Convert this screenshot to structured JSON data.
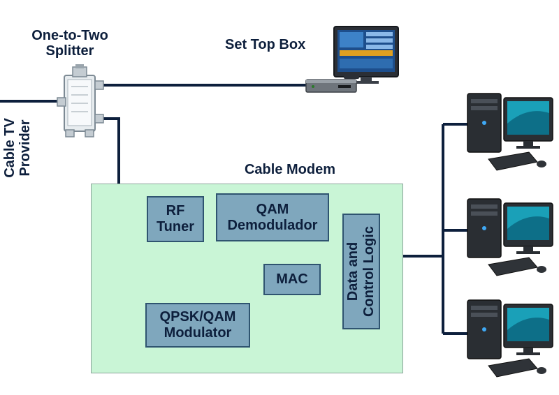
{
  "labels": {
    "splitter_line1": "One-to-Two",
    "splitter_line2": "Splitter",
    "set_top_box": "Set Top Box",
    "cable_modem": "Cable Modem",
    "provider_line1": "Cable TV",
    "provider_line2": "Provider"
  },
  "blocks": {
    "rf_tuner_line1": "RF",
    "rf_tuner_line2": "Tuner",
    "qam_demod_line1": "QAM",
    "qam_demod_line2": "Demodulador",
    "mac": "MAC",
    "modulator_line1": "QPSK/QAM",
    "modulator_line2": "Modulator",
    "data_control_line1": "Data and",
    "data_control_line2": "Control Logic"
  },
  "icons": {
    "splitter": "splitter-icon",
    "set_top_box": "set-top-box-icon",
    "computer": "computer-icon"
  },
  "colors": {
    "wire": "#0d1f3c",
    "block_fill": "#7fa7bd",
    "block_border": "#2f5470",
    "modem_fill": "#c9f5d6"
  }
}
